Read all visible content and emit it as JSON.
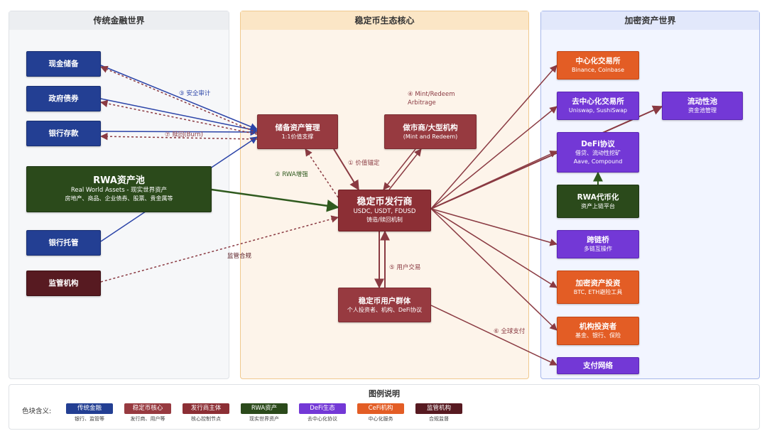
{
  "panels": {
    "traditional": "传统金融世界",
    "core": "稳定币生态核心",
    "crypto": "加密资产世界"
  },
  "nodes": {
    "cash": {
      "title": "现金储备"
    },
    "bonds": {
      "title": "政府债券"
    },
    "deposits": {
      "title": "银行存款"
    },
    "rwa_pool": {
      "title": "RWA资产池",
      "line1": "Real World Assets - 现实世界资产",
      "line2": "房地产、商品、企业债券、股票、贵金属等"
    },
    "custody": {
      "title": "银行托管"
    },
    "regulator": {
      "title": "监管机构"
    },
    "reserve_mgmt": {
      "title": "储备资产管理",
      "sub": "1:1价值支撑"
    },
    "market_maker": {
      "title": "做市商/大型机构",
      "sub": "(Mint and Redeem)"
    },
    "issuer": {
      "title": "稳定币发行商",
      "line1": "USDC, USDT, FDUSD",
      "line2": "铸造/赎回机制"
    },
    "users": {
      "title": "稳定币用户群体",
      "sub": "个人投资者、机构、DeFi协议"
    },
    "cex": {
      "title": "中心化交易所",
      "sub": "Binance, Coinbase"
    },
    "dex": {
      "title": "去中心化交易所",
      "sub": "Uniswap, SushiSwap"
    },
    "liquidity_pool": {
      "title": "流动性池",
      "sub": "资金池管理"
    },
    "defi": {
      "title": "DeFi协议",
      "line1": "借贷、流动性挖矿",
      "line2": "Aave, Compound"
    },
    "rwa_token": {
      "title": "RWA代币化",
      "sub": "资产上链平台"
    },
    "bridge": {
      "title": "跨链桥",
      "sub": "多链互操作"
    },
    "crypto_invest": {
      "title": "加密资产投资",
      "sub": "BTC, ETH避险工具"
    },
    "institutional": {
      "title": "机构投资者",
      "sub": "基金、银行、保险"
    },
    "payment": {
      "title": "支付网络"
    }
  },
  "edge_labels": {
    "audit": "③ 安全审计",
    "redeem": "⑦ 赎回(Burn)",
    "rwa_boost": "② RWA增强",
    "peg": "① 价值锚定",
    "mint_redeem_1": "④ Mint/Redeem",
    "mint_redeem_2": "Arbitrage",
    "compliance": "监管合规",
    "user_trade": "⑤ 用户交易",
    "global_pay": "⑥ 全球支付"
  },
  "colors": {
    "traditional": "#233f93",
    "core": "#973a40",
    "issuer": "#8c2f35",
    "rwa": "#2b4a1b",
    "defi": "#7338d6",
    "cefi": "#e35d25",
    "regulator": "#571a21",
    "arrow_blue": "#2b44a8",
    "arrow_red": "#8a3a42",
    "arrow_green": "#2f5a1e"
  },
  "legend": {
    "title": "图例说明",
    "prefix": "色块含义:",
    "items": [
      {
        "label": "传统金融",
        "desc": "银行、监管等"
      },
      {
        "label": "稳定币核心",
        "desc": "发行商、用户等"
      },
      {
        "label": "发行商主体",
        "desc": "核心控制节点"
      },
      {
        "label": "RWA资产",
        "desc": "现实世界资产"
      },
      {
        "label": "DeFi生态",
        "desc": "去中心化协议"
      },
      {
        "label": "CeFi机构",
        "desc": "中心化服务"
      },
      {
        "label": "监管机构",
        "desc": "合规监督"
      }
    ]
  }
}
